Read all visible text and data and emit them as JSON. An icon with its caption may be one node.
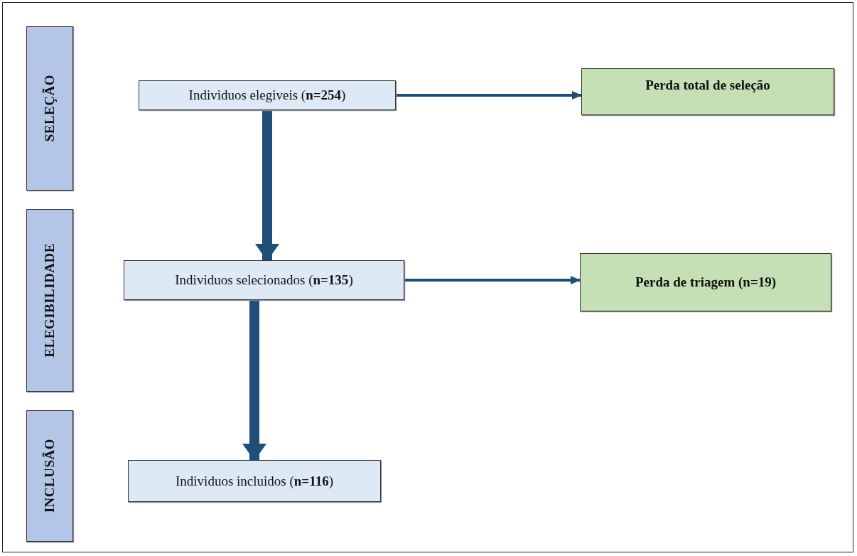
{
  "diagram": {
    "nodes": [
      {
        "text": [
          "SELEÇÃO"
        ]
      },
      {
        "text": [
          "ELEGIBILIDADE"
        ]
      },
      {
        "text": [
          "INCLUSÃO"
        ]
      },
      {
        "text": [
          "Individuos elegiveis (**n=254**)"
        ]
      },
      {
        "text": [
          "Perda total de seleção"
        ]
      },
      {
        "text": [
          "Individuos selecionados (**n=135**)"
        ]
      },
      {
        "text": [
          "Perda de triagem (n=19)"
        ]
      },
      {
        "text": [
          "Individuos incluidos (**n=116**)"
        ]
      }
    ],
    "edges": [
      {
        "from": 3,
        "to": 4,
        "arrow": "to"
      },
      {
        "from": 3,
        "to": 5,
        "arrow": "to",
        "style": "thick"
      },
      {
        "from": 5,
        "to": 6,
        "arrow": "to"
      },
      {
        "from": 5,
        "to": 7,
        "arrow": "to",
        "style": "thick"
      }
    ]
  }
}
